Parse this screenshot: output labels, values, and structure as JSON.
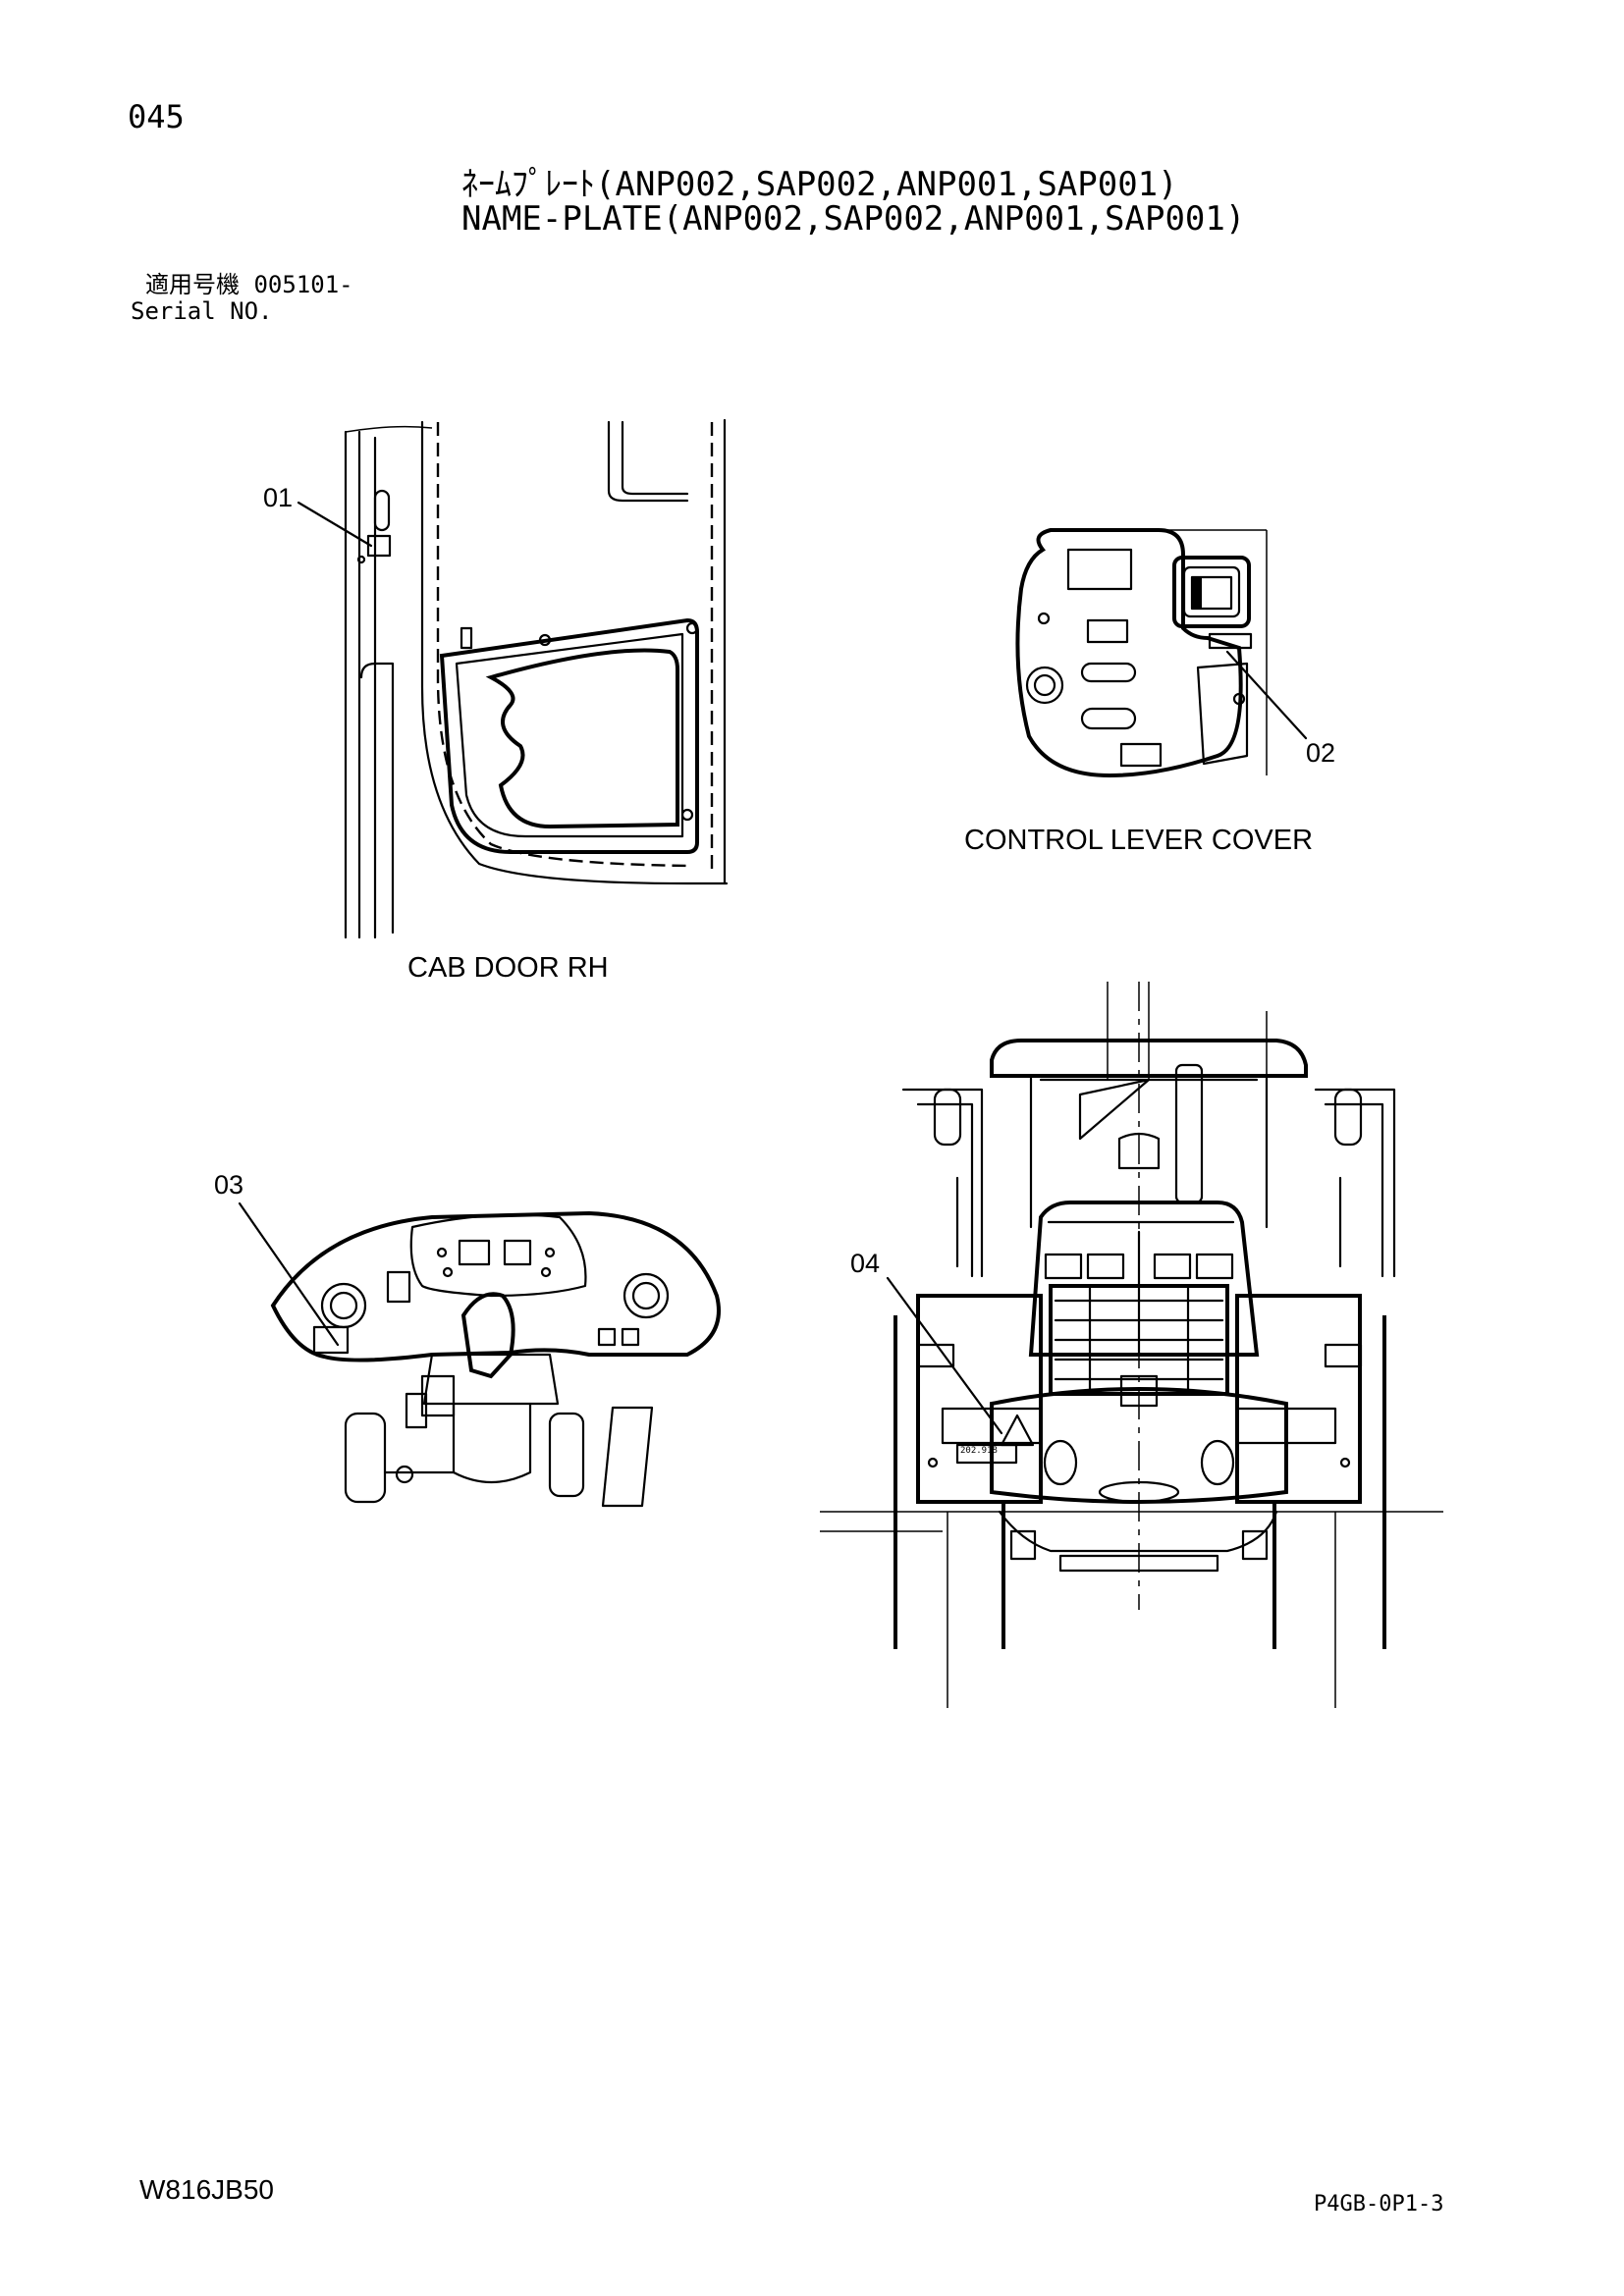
{
  "page_number": "045",
  "title_ja": "ﾈｰﾑﾌﾟﾚｰﾄ(ANP002,SAP002,ANP001,SAP001)",
  "title_en": "NAME-PLATE(ANP002,SAP002,ANP001,SAP001)",
  "serial_label_ja": "適用号機",
  "serial_value": "005101-",
  "serial_label_en": "Serial NO.",
  "views": [
    {
      "callout": "01",
      "caption": "CAB DOOR RH"
    },
    {
      "callout": "02",
      "caption": "CONTROL LEVER COVER"
    },
    {
      "callout": "03",
      "caption": ""
    },
    {
      "callout": "04",
      "caption": ""
    }
  ],
  "plate_text": "202.918",
  "doc_code": "W816JB50",
  "sheet_code": "P4GB-0P1-3"
}
